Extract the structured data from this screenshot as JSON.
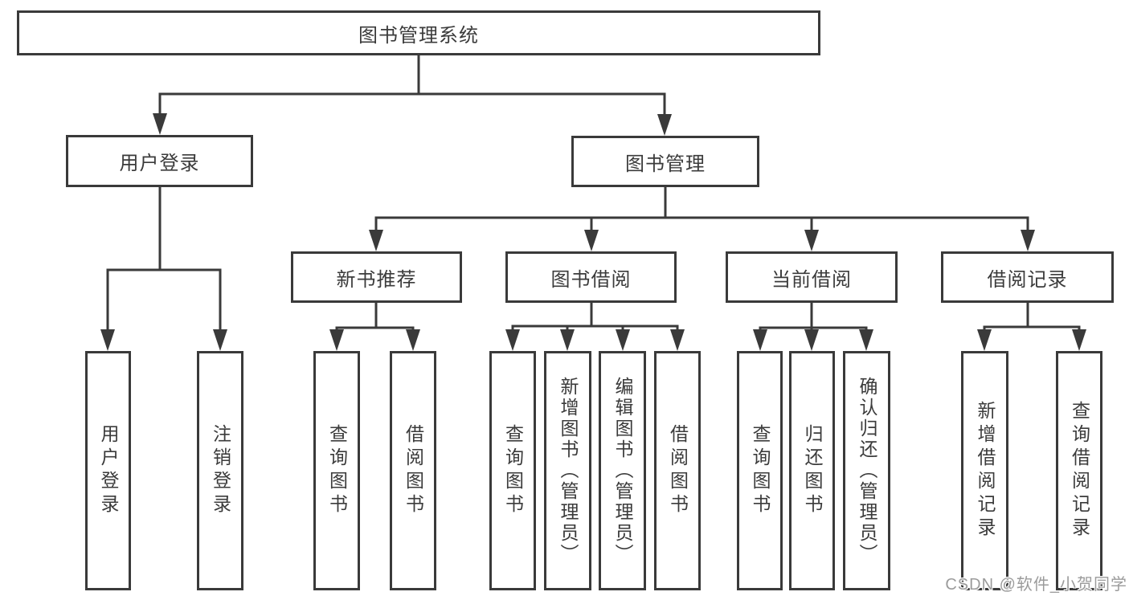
{
  "title": "图书管理系统",
  "tree": {
    "label": "图书管理系统",
    "children": [
      {
        "label": "用户登录",
        "children": [
          {
            "label": "用户登录"
          },
          {
            "label": "注销登录"
          }
        ]
      },
      {
        "label": "图书管理",
        "children": [
          {
            "label": "新书推荐",
            "children": [
              {
                "label": "查询图书"
              },
              {
                "label": "借阅图书"
              }
            ]
          },
          {
            "label": "图书借阅",
            "children": [
              {
                "label": "查询图书"
              },
              {
                "label": "新增图书（管理员）"
              },
              {
                "label": "编辑图书（管理员）"
              },
              {
                "label": "借阅图书"
              }
            ]
          },
          {
            "label": "当前借阅",
            "children": [
              {
                "label": "查询图书"
              },
              {
                "label": "归还图书"
              },
              {
                "label": "确认归还（管理员）"
              }
            ]
          },
          {
            "label": "借阅记录",
            "children": [
              {
                "label": "新增借阅记录"
              },
              {
                "label": "查询借阅记录"
              }
            ]
          }
        ]
      }
    ]
  },
  "watermark": {
    "text": "CSDN @软件_小贺同学"
  },
  "colors": {
    "line": "#3a3a3a",
    "text": "#3b3b3b",
    "watermark": "#9b9b9b",
    "background": "#ffffff"
  }
}
